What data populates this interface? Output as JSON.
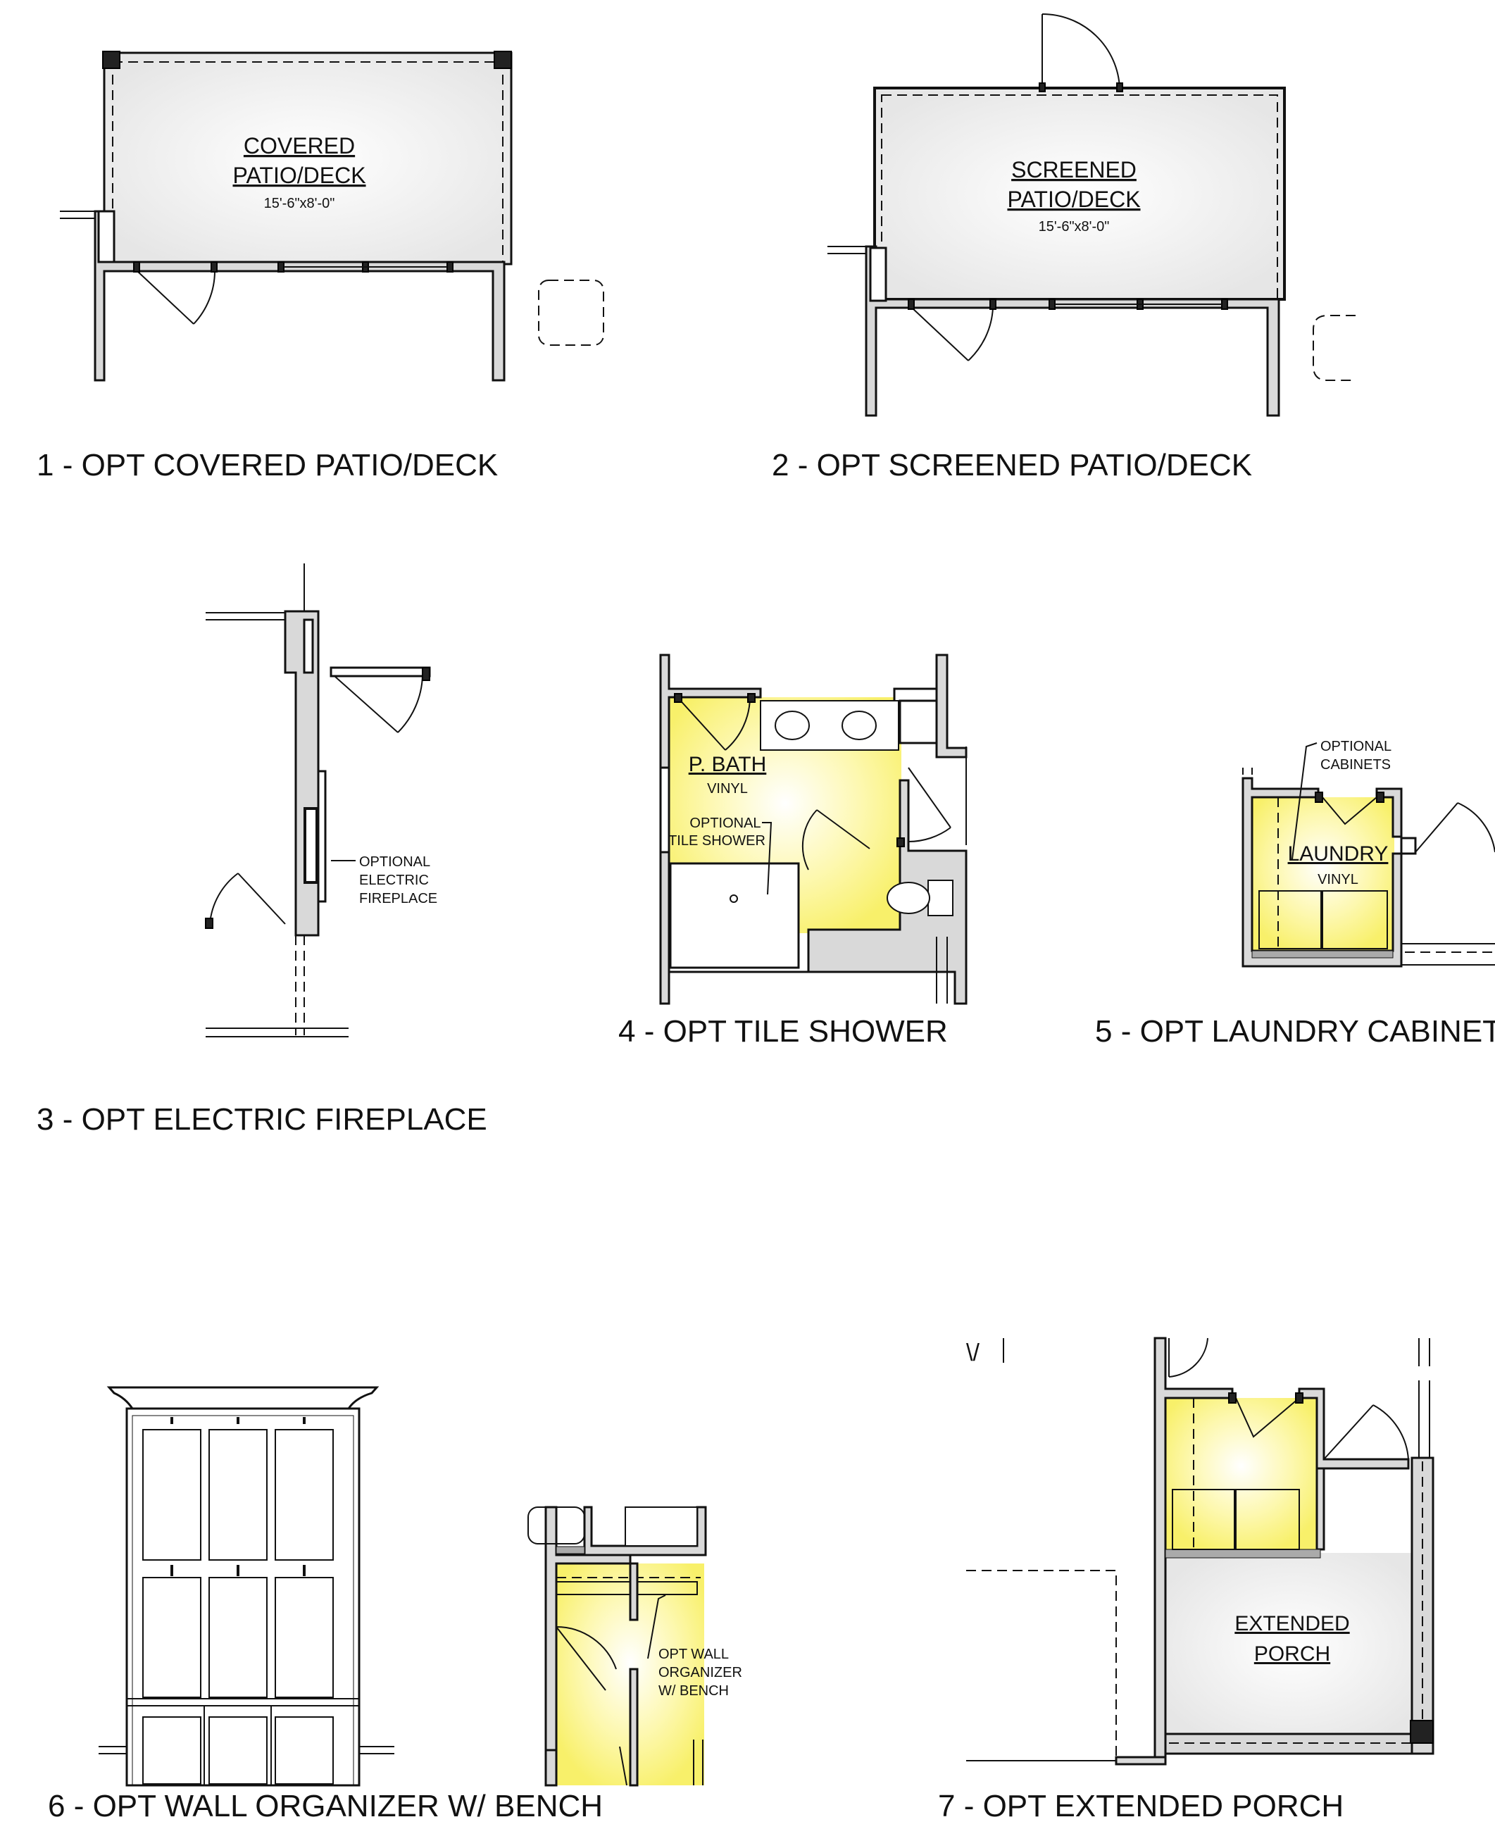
{
  "captions": {
    "c1": "1 - OPT COVERED PATIO/DECK",
    "c2": "2 - OPT SCREENED PATIO/DECK",
    "c3": "3 - OPT ELECTRIC FIREPLACE",
    "c4": "4 - OPT TILE SHOWER",
    "c5": "5 - OPT LAUNDRY CABINET",
    "c6": "6 - OPT WALL ORGANIZER W/ BENCH",
    "c7": "7 - OPT EXTENDED PORCH"
  },
  "plan1": {
    "line1": "COVERED",
    "line2": "PATIO/DECK",
    "dims": "15'-6\"x8'-0\""
  },
  "plan2": {
    "line1": "SCREENED",
    "line2": "PATIO/DECK",
    "dims": "15'-6\"x8'-0\""
  },
  "plan3": {
    "note1": "OPTIONAL",
    "note2": "ELECTRIC",
    "note3": "FIREPLACE"
  },
  "plan4": {
    "room": "P. BATH",
    "floor": "VINYL",
    "note1": "OPTIONAL",
    "note2": "TILE SHOWER"
  },
  "plan5": {
    "note1": "OPTIONAL",
    "note2": "CABINETS",
    "room": "LAUNDRY",
    "floor": "VINYL"
  },
  "plan6": {
    "note1": "OPT WALL",
    "note2": "ORGANIZER",
    "note3": "W/ BENCH"
  },
  "plan7": {
    "line1": "EXTENDED",
    "line2": "PORCH"
  },
  "colors": {
    "highlight": "#fbf58e",
    "wall": "#d9d9d9",
    "line": "#111111"
  }
}
